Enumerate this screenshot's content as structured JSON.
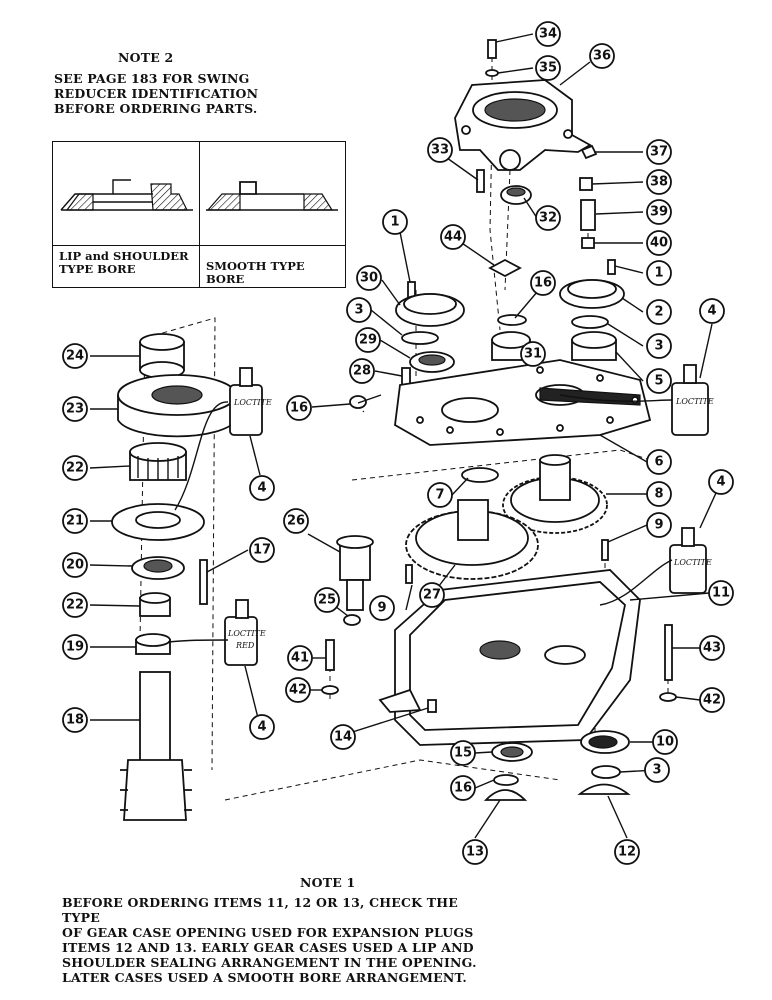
{
  "note2": {
    "title": "NOTE 2",
    "lines": [
      "SEE PAGE 183 FOR SWING",
      "REDUCER IDENTIFICATION",
      "BEFORE ORDERING PARTS."
    ]
  },
  "bore_table": {
    "lip_label_1": "LIP and SHOULDER",
    "lip_label_2": "TYPE BORE",
    "smooth_label": "SMOOTH TYPE BORE"
  },
  "note1": {
    "title": "NOTE 1",
    "lines": [
      "BEFORE ORDERING ITEMS 11, 12 OR 13, CHECK THE TYPE",
      "OF GEAR CASE OPENING USED FOR EXPANSION PLUGS",
      "ITEMS 12 AND 13. EARLY GEAR CASES USED A LIP AND",
      "SHOULDER SEALING ARRANGEMENT IN THE OPENING.",
      "LATER CASES USED A SMOOTH BORE ARRANGEMENT."
    ]
  },
  "bottle_label": "LOCTITE",
  "bottle_label_2": "RED",
  "callouts": [
    "1",
    "2",
    "3",
    "4",
    "5",
    "6",
    "7",
    "8",
    "9",
    "10",
    "11",
    "12",
    "13",
    "14",
    "15",
    "16",
    "17",
    "18",
    "19",
    "20",
    "21",
    "22",
    "23",
    "24",
    "25",
    "26",
    "27",
    "28",
    "29",
    "30",
    "31",
    "32",
    "33",
    "34",
    "35",
    "36",
    "37",
    "38",
    "39",
    "40",
    "41",
    "42",
    "43",
    "44"
  ]
}
